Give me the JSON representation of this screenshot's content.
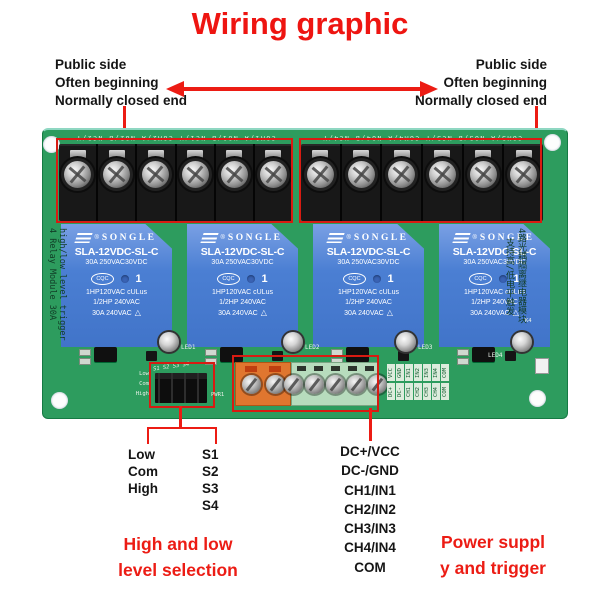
{
  "title": "Wiring graphic",
  "colors": {
    "accent_red": "#ec1c14",
    "board_green": "#2d9c5e",
    "relay_blue": "#4b7fd3",
    "terminal_black": "#181818",
    "power_orange": "#e0762f",
    "power_light_green": "#b7dcbd"
  },
  "top_annotations": {
    "left": {
      "line1": "Public side",
      "line2": "Often beginning",
      "line3": "Normally closed end"
    },
    "right": {
      "line1": "Public side",
      "line2": "Often beginning",
      "line3": "Normally closed end"
    }
  },
  "board": {
    "silk_top_left": "COM1/A  NO1/B  NC1/Y  COM2/A  NO2/B  NC2/Y",
    "silk_top_right": "COM3/A  NO3/B  NC3/Y  COM4/A  NO4/B  NC4/Y",
    "side_left_line1": "4 Relay Module 30A",
    "side_left_line2": "high/low level trigger",
    "side_right_line1": "4路光耦隔离继电器模块",
    "side_right_line2": "支持高/低电平触发",
    "relay": {
      "brand": "SONGLE",
      "model": "SLA-12VDC-SL-C",
      "spec1": "30A 250VAC30VDC",
      "cert": "CQC",
      "form": "1",
      "spec2": "1HP120VAC cULus",
      "spec3": "1/2HP 240VAC",
      "spec4": "30A 240VAC"
    },
    "k_label": "K4",
    "led_labels": [
      "LED1",
      "LED2",
      "LED3",
      "LED4"
    ],
    "pwr_label": "PWR1",
    "jumper": {
      "header": "S1 S2 S3 S4",
      "row1": "Low",
      "row2": "Com",
      "row3": "High"
    },
    "silk_grid": {
      "top": [
        "VCC",
        "GND",
        "IN1",
        "IN2",
        "IN3",
        "IN4",
        "COM"
      ],
      "bottom": [
        "DC+",
        "DC-",
        "CH1",
        "CH2",
        "CH3",
        "CH4",
        "COM"
      ]
    }
  },
  "bottom_annotations": {
    "jumper_rows": [
      "Low",
      "Com",
      "High"
    ],
    "switches": [
      "S1",
      "S2",
      "S3",
      "S4"
    ],
    "selection_caption": {
      "line1": "High and low",
      "line2": "level selection"
    },
    "pins": [
      "DC+/VCC",
      "DC-/GND",
      "CH1/IN1",
      "CH2/IN2",
      "CH3/IN3",
      "CH4/IN4",
      "COM"
    ],
    "power_caption": {
      "line1": "Power suppl",
      "line2": "y and trigger"
    }
  }
}
